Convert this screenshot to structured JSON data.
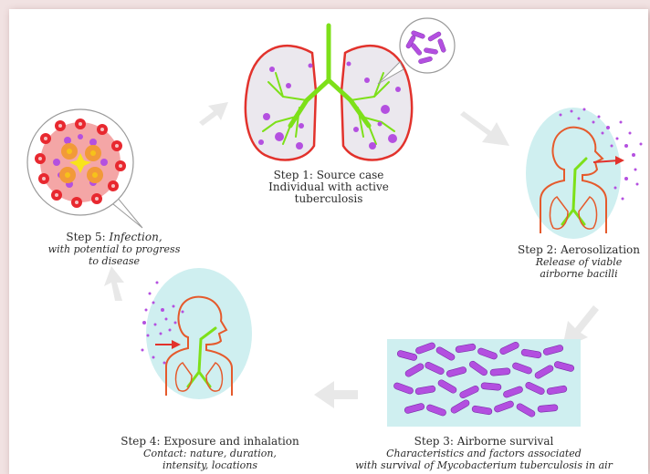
{
  "steps": {
    "s1": {
      "title": "Step 1: Source case",
      "line2": "Individual with active",
      "line3": "tuberculosis"
    },
    "s2": {
      "title": "Step 2: Aerosolization",
      "d1": "Release of viable",
      "d2": "airborne bacilli"
    },
    "s3": {
      "title": "Step 3: Airborne survival",
      "d1": "Characteristics and factors associated",
      "d2": "with survival of Mycobacterium tuberculosis in air"
    },
    "s4": {
      "title": "Step 4: Exposure and inhalation",
      "d1": "Contact: nature, duration,",
      "d2": "intensity, locations"
    },
    "s5": {
      "prefix": "Step 5: ",
      "italic": "Infection,",
      "d1": "with potential to progress",
      "d2": "to disease"
    }
  },
  "colors": {
    "lung_fill": "#eae7ec",
    "lung_outline": "#e2322c",
    "airway": "#7de019",
    "bacteria": "#b450e0",
    "panel_bg": "#cfeff0",
    "arrow": "#e6e6e6",
    "body_outline": "#e55a2c"
  }
}
